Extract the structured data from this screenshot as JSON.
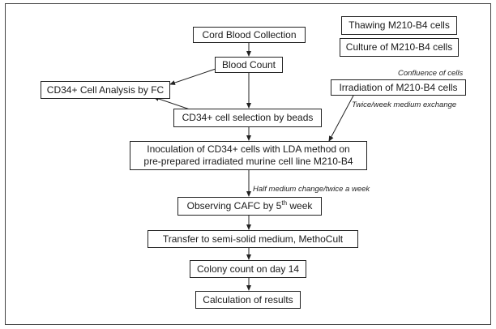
{
  "diagram": {
    "thawing": "Thawing M210-B4 cells",
    "culture": "Culture of M210-B4 cells",
    "cord_blood": "Cord Blood Collection",
    "blood_count": "Blood Count",
    "cd34_analysis": "CD34+ Cell Analysis by FC",
    "cd34_selection": "CD34+ cell selection by beads",
    "irradiation": "Irradiation of M210-B4 cells",
    "inoculation_line1": "Inoculation of CD34+ cells with LDA method on",
    "inoculation_line2": "pre-prepared irradiated murine cell line M210-B4",
    "observing_prefix": "Observing CAFC by 5",
    "observing_sup": "th",
    "observing_suffix": " week",
    "transfer": "Transfer to semi-solid medium, MethoCult",
    "colony_count": "Colony count on day 14",
    "calculation": "Calculation of results",
    "note_confluence": "Confluence of cells",
    "note_twice_week": "Twice/week medium exchange",
    "note_half_medium": "Half medium change/twice a week"
  }
}
